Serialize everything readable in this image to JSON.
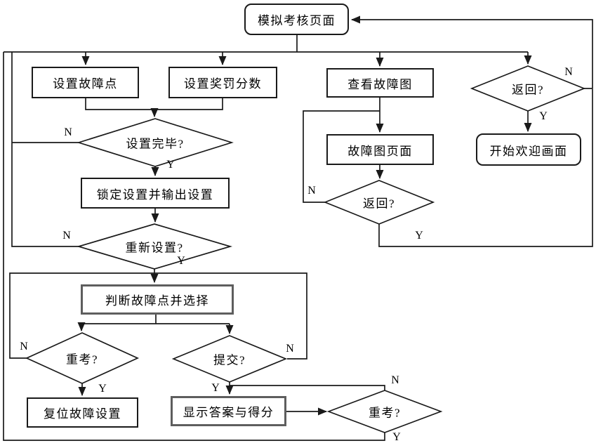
{
  "diagram": {
    "ink_color": "#1a1a1a",
    "background_color": "#ffffff",
    "nodes": {
      "simulation_page": "模拟考核页面",
      "set_fault_point": "设置故障点",
      "set_reward_score": "设置奖罚分数",
      "view_fault_diagram": "查看故障图",
      "return_1": "返回?",
      "welcome_screen": "开始欢迎画面",
      "setup_done": "设置完毕?",
      "lock_settings": "锁定设置并输出设置",
      "reset_settings": "重新设置?",
      "fault_diagram_page": "故障图页面",
      "return_2": "返回?",
      "judge_fault_select": "判断故障点并选择",
      "retake_1": "重考?",
      "submit": "提交?",
      "reset_fault_settings": "复位故障设置",
      "show_answer_score": "显示答案与得分",
      "retake_2": "重考?"
    },
    "branch_labels": {
      "yes": "Y",
      "no": "N"
    }
  }
}
